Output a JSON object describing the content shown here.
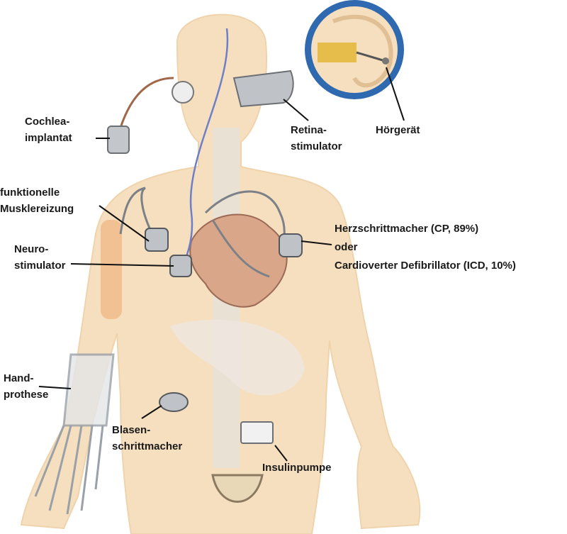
{
  "labels": {
    "cochlea": [
      "Cochlea-",
      "implantat"
    ],
    "retina": [
      "Retina-",
      "stimulator"
    ],
    "hoergeraet": "Hörgerät",
    "muskel": [
      "funktionelle",
      "Musklereizung"
    ],
    "neuro": [
      "Neuro-",
      "stimulator"
    ],
    "herz": [
      "Herzschrittmacher (CP, 89%)",
      "oder",
      "Cardioverter Defibrillator (ICD, 10%)"
    ],
    "hand": [
      "Hand-",
      "prothese"
    ],
    "blase": [
      "Blasen-",
      "schrittmacher"
    ],
    "insulin": "Insulinpumpe"
  },
  "colors": {
    "skin": "#f6dfbf",
    "skin_edge": "#e9c89c",
    "device": "#b9bcc0",
    "inset_blue": "#2f69b0",
    "wire": "#6d7fc9"
  }
}
